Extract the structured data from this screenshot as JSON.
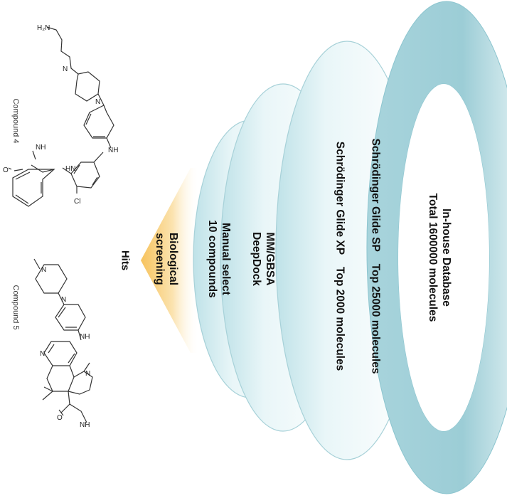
{
  "funnel": {
    "stage1": {
      "line1": "In-house Database",
      "line2": "Total 1600000 molecules"
    },
    "stage2": {
      "line1": "Schrödinger Glide SP    Top 25000 molecules"
    },
    "stage3": {
      "line1": "Schrödinger Glide XP    Top 2000 molecules"
    },
    "stage4": {
      "line1": "MM/GBSA",
      "line2": "DeepDock"
    },
    "stage5": {
      "line1": "Manual select",
      "line2": "10 compounds"
    },
    "stage6": {
      "line1": "Biological",
      "line2": "screening"
    },
    "hits": "Hits"
  },
  "compounds": {
    "c4": {
      "caption": "Compound 4"
    },
    "c5": {
      "caption": "Compound 5"
    }
  },
  "atoms": {
    "nh2": "H₂N",
    "n": "N",
    "nh": "N",
    "h": "H",
    "hn": "HN",
    "o": "O",
    "cl": "Cl",
    "nh_amide": "NH"
  },
  "colors": {
    "ring_outer": "#8cc5cf",
    "ring_inner": "#e6f5f7",
    "cone": "#f5c46a"
  }
}
